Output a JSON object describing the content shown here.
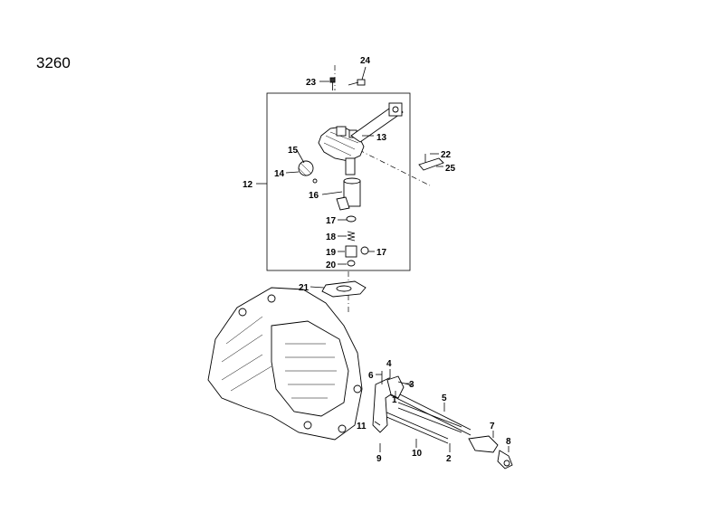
{
  "page": {
    "number": "3260"
  },
  "callouts": {
    "c1": "1",
    "c2": "2",
    "c3": "3",
    "c4": "4",
    "c5": "5",
    "c6": "6",
    "c7": "7",
    "c8": "8",
    "c9": "9",
    "c10": "10",
    "c11": "11",
    "c12": "12",
    "c13": "13",
    "c14": "14",
    "c15": "15",
    "c16": "16",
    "c17a": "17",
    "c17b": "17",
    "c18": "18",
    "c19": "19",
    "c20": "20",
    "c21": "21",
    "c22": "22",
    "c23": "23",
    "c24": "24",
    "c25": "25"
  }
}
